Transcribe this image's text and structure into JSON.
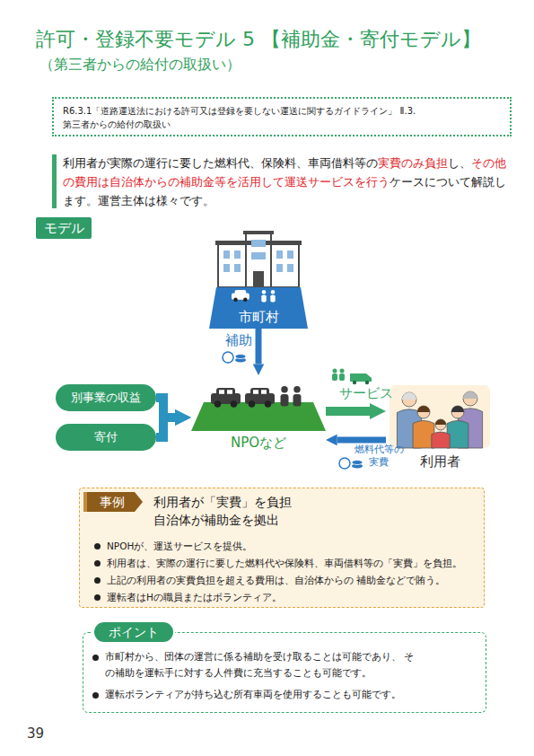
{
  "diagram": {
    "title": "許可・登録不要モデル 5 【補助金・寄付モデル】",
    "nodes": [
      {
        "text": [
          "R6.3.1「道路運送法における許可又は登録を要しない運送に関するガイドライン」 Ⅱ.3.第三者からの給付の取扱い"
        ]
      },
      {
        "text": [
          "モデル"
        ]
      },
      {
        "text": [
          "市町村"
        ]
      },
      {
        "text": [
          "別事業の収益"
        ]
      },
      {
        "text": [
          "寄付"
        ]
      },
      {
        "text": [
          "NPOなど"
        ]
      },
      {
        "text": [
          "利用者"
        ]
      },
      {
        "text": [
          "利用者が「実費」を負担",
          "自治体が補助金を拠出",
          "NPOHが、運送サービスを提供。",
          "利用者は、実際の運行に要した燃料代や保険料、車両借料等の「実費」を負担。",
          "上記の利用者の実費負担を超える費用は、自治体からの 補助金などで賄う。",
          "運転者はHの職員またはボランティア。"
        ]
      },
      {
        "text": [
          "事例"
        ],
        "in": 7
      },
      {
        "text": [
          "市町村から、団体の運営に係る補助を受け取ることは可能であり、 その補助を運転手に対する人件費に充当することも可能です。",
          "運転ボランティアが持ち込む所有車両を使用することも可能です。"
        ]
      },
      {
        "text": [
          "ポイント"
        ],
        "in": 9
      }
    ],
    "edges": [
      {
        "from": 2,
        "to": 5,
        "label": "補助",
        "arrow": "to"
      },
      {
        "from": 3,
        "to": 5,
        "arrow": "to"
      },
      {
        "from": 4,
        "to": 5,
        "arrow": "to"
      },
      {
        "from": 5,
        "to": 6,
        "label": "サービス",
        "arrow": "to"
      },
      {
        "from": 6,
        "to": 5,
        "label": "燃料代等の 実費",
        "arrow": "to"
      }
    ],
    "labels": [
      "（第三者からの給付の取扱い）",
      "利用者が実際の運行に要した燃料代、保険料、車両借料等の",
      "実費のみ負担",
      "し、",
      "その他の費用は自治体からの補助金等を活用して運送サービスを行う",
      "ケースについて解説します。運営主体は様々です。",
      "39"
    ]
  }
}
